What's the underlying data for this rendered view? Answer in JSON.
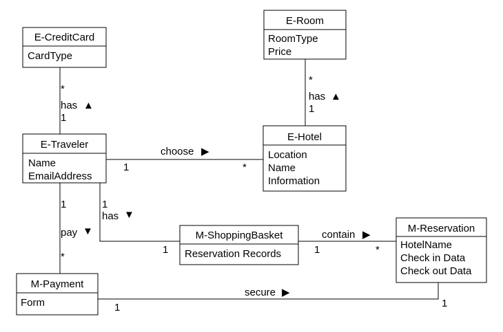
{
  "classes": {
    "credit_card": {
      "name": "E-CreditCard",
      "attributes": [
        "CardType"
      ]
    },
    "room": {
      "name": "E-Room",
      "attributes": [
        "RoomType",
        "Price"
      ]
    },
    "traveler": {
      "name": "E-Traveler",
      "attributes": [
        "Name",
        "EmailAddress"
      ]
    },
    "hotel": {
      "name": "E-Hotel",
      "attributes": [
        "Location",
        "Name",
        "Information"
      ]
    },
    "basket": {
      "name": "M-ShoppingBasket",
      "attributes": [
        "Reservation Records"
      ]
    },
    "reservation": {
      "name": "M-Reservation",
      "attributes": [
        "HotelName",
        "Check in Data",
        "Check out Data"
      ]
    },
    "payment": {
      "name": "M-Payment",
      "attributes": [
        "Form"
      ]
    }
  },
  "associations": {
    "card_traveler": {
      "label": "has",
      "arrow": "▲",
      "mult_card": "*",
      "mult_traveler": "1"
    },
    "room_hotel": {
      "label": "has",
      "arrow": "▲",
      "mult_room": "*",
      "mult_hotel": "1"
    },
    "traveler_hotel": {
      "label": "choose",
      "arrow": "▶",
      "mult_traveler": "1",
      "mult_hotel": "*"
    },
    "traveler_basket": {
      "label": "has",
      "arrow": "▼",
      "mult_traveler": "1",
      "mult_basket": "1"
    },
    "traveler_payment": {
      "label": "pay",
      "arrow": "▼",
      "mult_traveler": "1",
      "mult_payment": "*"
    },
    "basket_reservation": {
      "label": "contain",
      "arrow": "▶",
      "mult_basket": "1",
      "mult_reservation": "*"
    },
    "payment_reservation": {
      "label": "secure",
      "arrow": "▶",
      "mult_payment": "1",
      "mult_reservation": "1"
    }
  }
}
